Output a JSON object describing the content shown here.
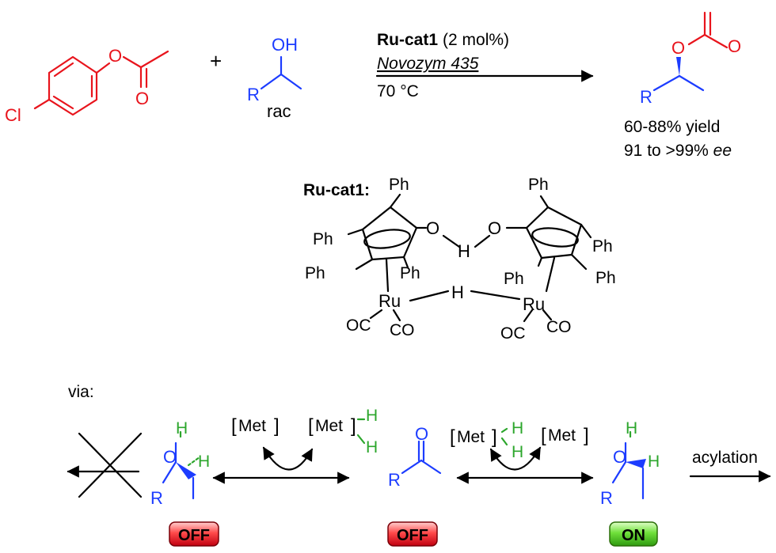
{
  "reaction": {
    "plus": "+",
    "substrate_label": "rac",
    "catalyst_name": "Ru-cat1",
    "catalyst_loading": "(2 mol%)",
    "enzyme": "Novozym 435",
    "temperature": "70 °C",
    "yield": "60-88% yield",
    "ee_value": "91 to >99% ",
    "ee_unit": "ee"
  },
  "atoms": {
    "cl": "Cl",
    "o": "O",
    "oh": "OH",
    "h": "H",
    "r": "R",
    "ph": "Ph",
    "ru": "Ru",
    "oc": "OC",
    "co": "CO"
  },
  "catalyst_structure": {
    "label": "Ru-cat1:"
  },
  "mechanism": {
    "via_label": "via:",
    "met": "Met",
    "acylation": "acylation",
    "badges": [
      "OFF",
      "OFF",
      "ON"
    ]
  },
  "colors": {
    "red": "#e8141c",
    "blue": "#1c3cff",
    "green": "#2ca62c",
    "badge_off": "#e8202a",
    "badge_on": "#52c41a"
  }
}
